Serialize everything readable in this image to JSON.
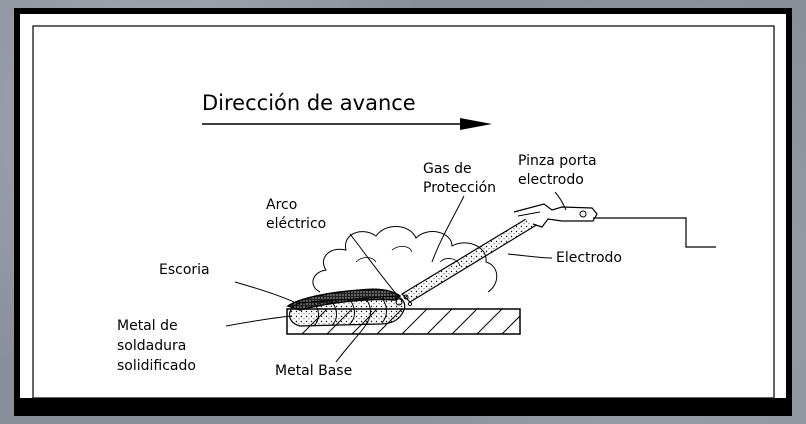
{
  "title": "Dirección de avance",
  "labels": {
    "gas_line1": "Gas de",
    "gas_line2": "Protección",
    "pinza_line1": "Pinza porta",
    "pinza_line2": "electrodo",
    "arco_line1": "Arco",
    "arco_line2": "eléctrico",
    "escoria": "Escoria",
    "electrodo": "Electrodo",
    "metal_line1": "Metal de",
    "metal_line2": "soldadura",
    "metal_line3": "solidificado",
    "metal_base": "Metal Base"
  }
}
